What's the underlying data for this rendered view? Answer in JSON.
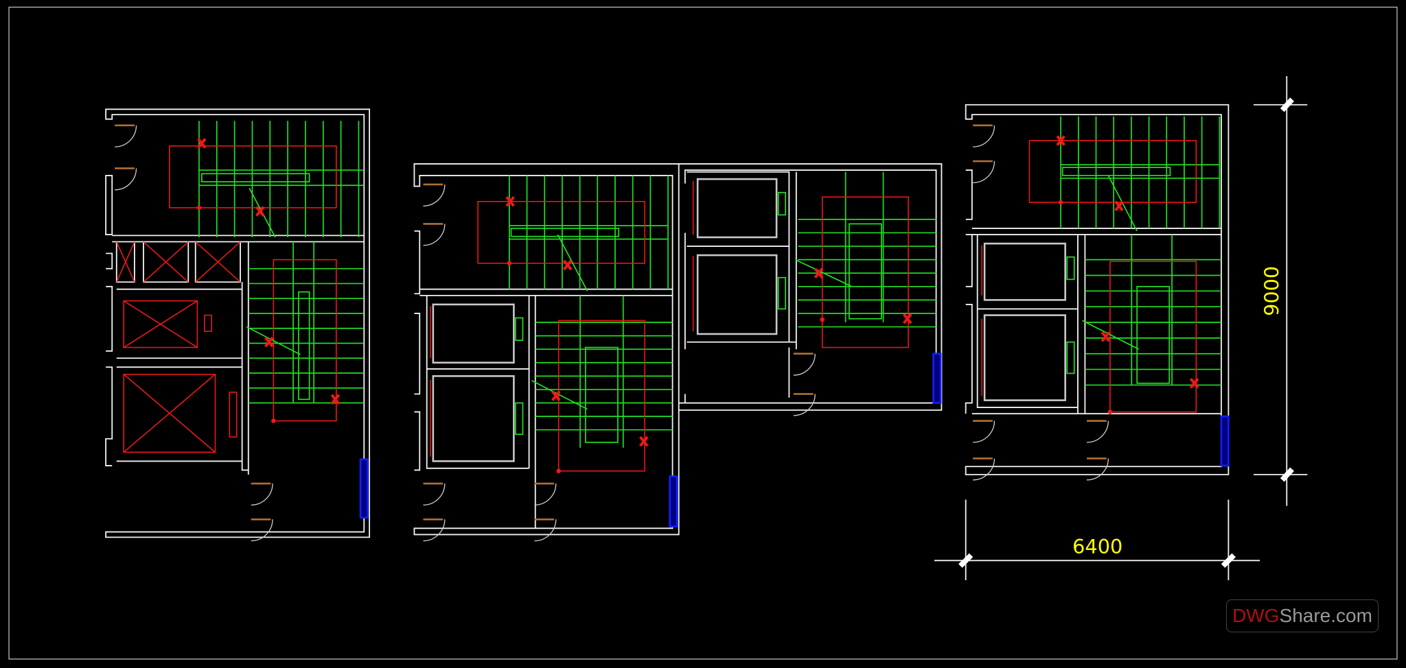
{
  "drawing": {
    "dimension_vertical": "9000",
    "dimension_horizontal": "6400",
    "watermark_brand_red": "DWG",
    "watermark_brand_gray": "Share.com"
  },
  "colors": {
    "background": "#000000",
    "walls": "#f2f2f2",
    "stairs": "#22e022",
    "markup": "#f01818",
    "windows": "#1020ff",
    "dimension_text": "#ffff00"
  }
}
